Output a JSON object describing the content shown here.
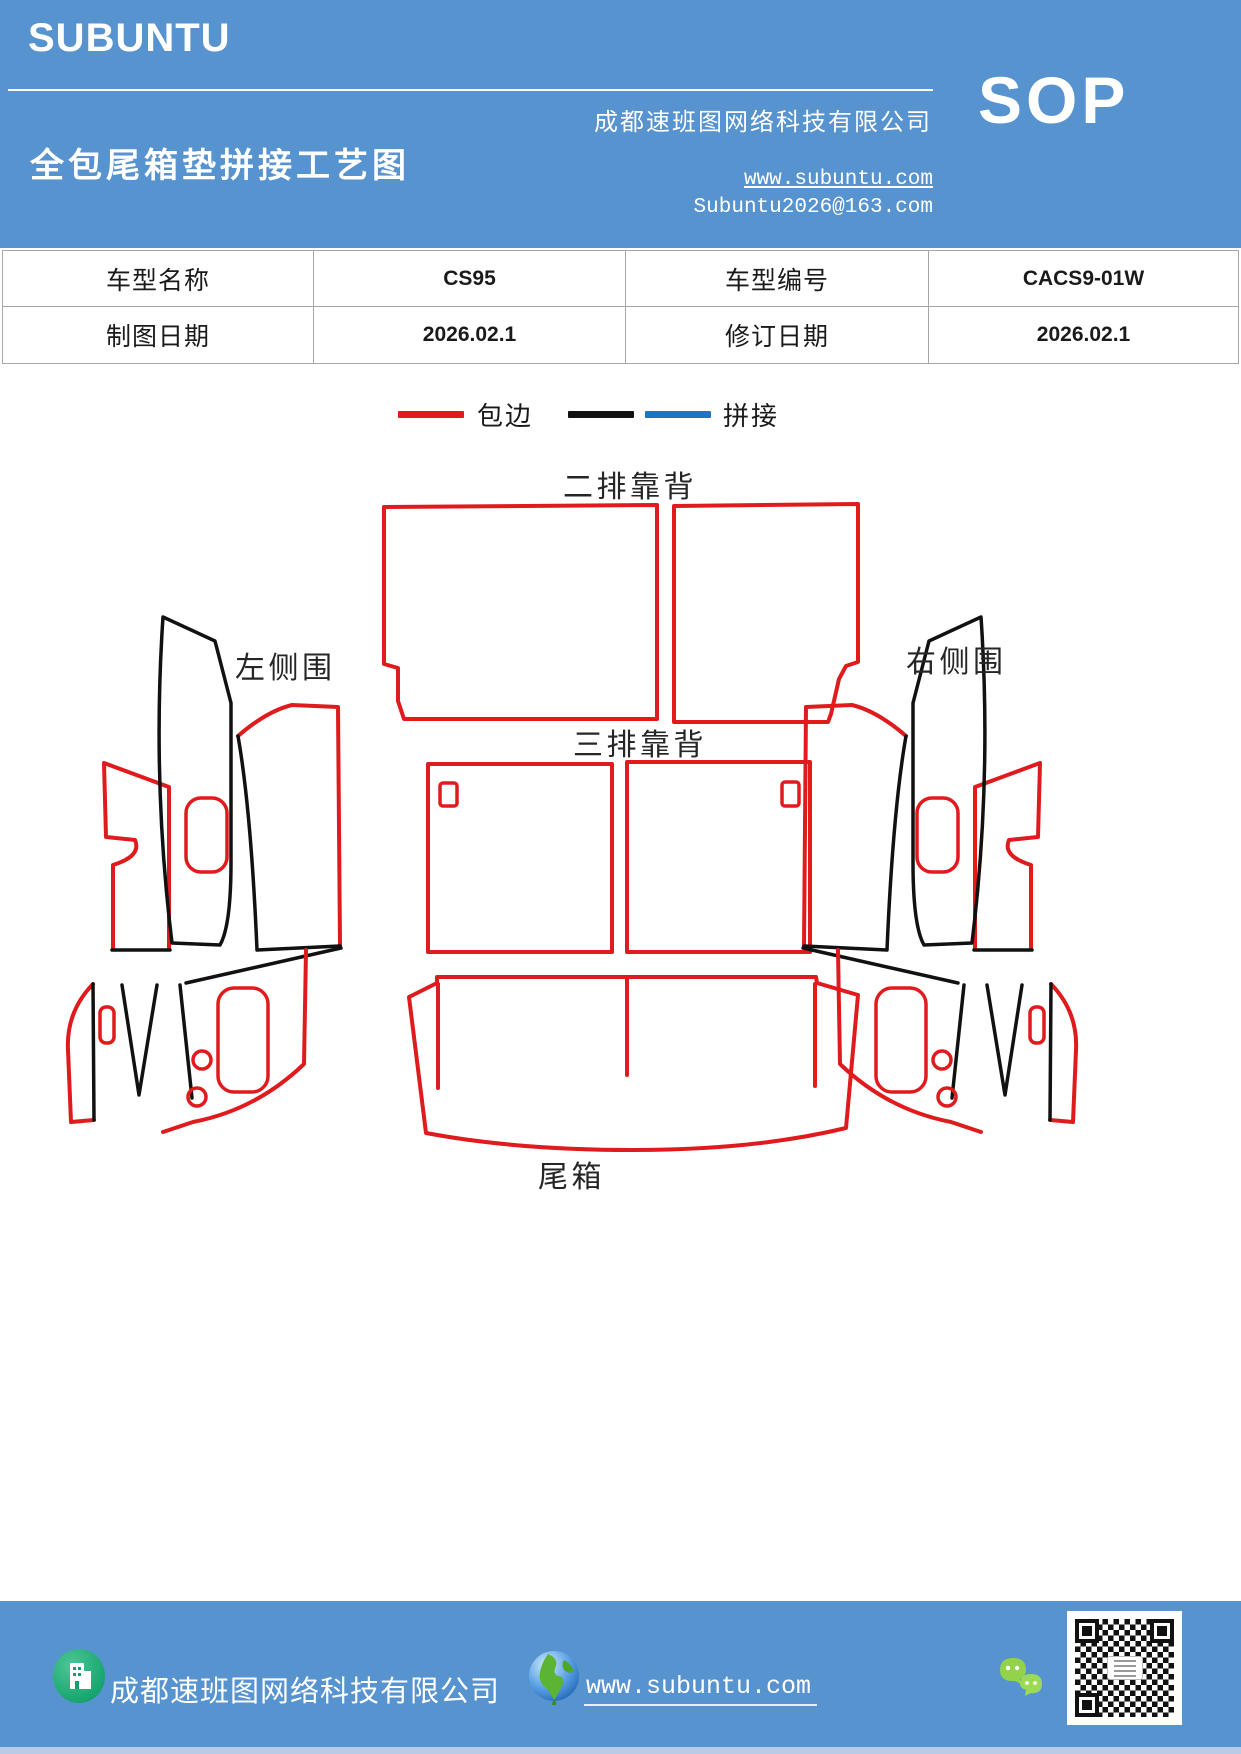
{
  "header": {
    "brand": "SUBUNTU",
    "company": "成都速班图网络科技有限公司",
    "doc_title": "全包尾箱垫拼接工艺图",
    "website": "www.subuntu.com",
    "email": "Subuntu2026@163.com",
    "badge": "SOP",
    "bg_color": "#5793CE"
  },
  "info_table": {
    "row1": {
      "label_a": "车型名称",
      "value_a": "CS95",
      "label_b": "车型编号",
      "value_b": "CACS9-01W"
    },
    "row2": {
      "label_a": "制图日期",
      "value_a": "2026.02.1",
      "label_b": "修订日期",
      "value_b": "2026.02.1"
    }
  },
  "legend": {
    "edge_label": "包边",
    "seam_label": "拼接",
    "edge_color": "#E01B1E",
    "seam_color_black": "#111111",
    "seam_color_blue": "#1B76C5"
  },
  "diagram_labels": {
    "second_row_backrest": "二排靠背",
    "third_row_backrest": "三排靠背",
    "left_side": "左侧围",
    "right_side": "右侧围",
    "trunk": "尾箱"
  },
  "footer": {
    "company": "成都速班图网络科技有限公司",
    "website": "www.subuntu.com"
  }
}
